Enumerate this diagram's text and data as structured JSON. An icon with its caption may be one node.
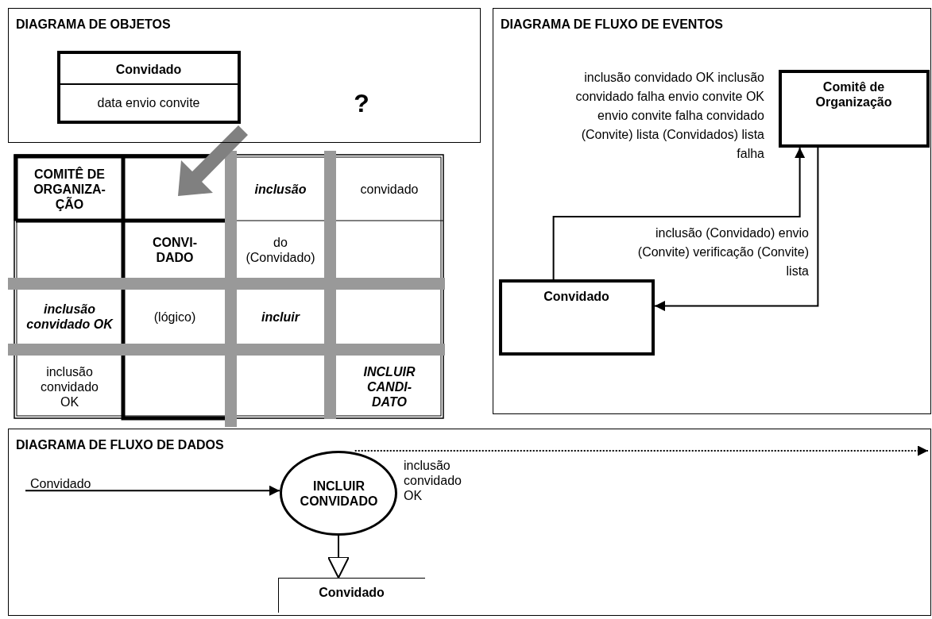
{
  "diagram": {
    "nodes": [
      {
        "text": [
          "DIAGRAMA DE OBJETOS"
        ]
      },
      {
        "text": [
          "Convidado",
          "data envio convite"
        ],
        "in": 0
      },
      {
        "text": [
          "DIAGRAMA DE FLUXO DE EVENTOS"
        ]
      },
      {
        "text": [
          "Comitê de Organização"
        ],
        "in": 2
      },
      {
        "text": [
          "Convidado"
        ],
        "in": 2
      },
      {
        "text": [
          "DIAGRAMA DE FLUXO DE DADOS"
        ]
      },
      {
        "text": [
          "INCLUIR CONVIDADO"
        ],
        "in": 5
      },
      {
        "text": [
          "Convidado"
        ],
        "in": 5
      }
    ],
    "edges": [
      {
        "from": 4,
        "to": 3,
        "arrow": "to",
        "label": "inclusão convidado OK inclusão convidado falha envio convite OK envio convite falha convidado (Convite) lista (Convidados) lista falha"
      },
      {
        "from": 3,
        "to": 4,
        "arrow": "to",
        "label": "inclusão (Convidado) envio (Convite) verificação (Convite) lista"
      },
      {
        "from": null,
        "to": 6,
        "arrow": "to",
        "label": "Convidado"
      },
      {
        "from": 6,
        "to": null,
        "arrow": "to",
        "label": "inclusão convidado OK",
        "style": "dashed"
      },
      {
        "from": 6,
        "to": 7,
        "arrow": "to"
      }
    ],
    "labels": [
      "?",
      "COMITÊ DE ORGANIZA- ÇÃO",
      "inclusão",
      "convidado",
      "CONVI- DADO",
      "do (Convidado)",
      "inclusão convidado OK",
      "(lógico)",
      "incluir",
      "inclusão convidado OK",
      "INCLUIR CANDI- DATO"
    ]
  }
}
